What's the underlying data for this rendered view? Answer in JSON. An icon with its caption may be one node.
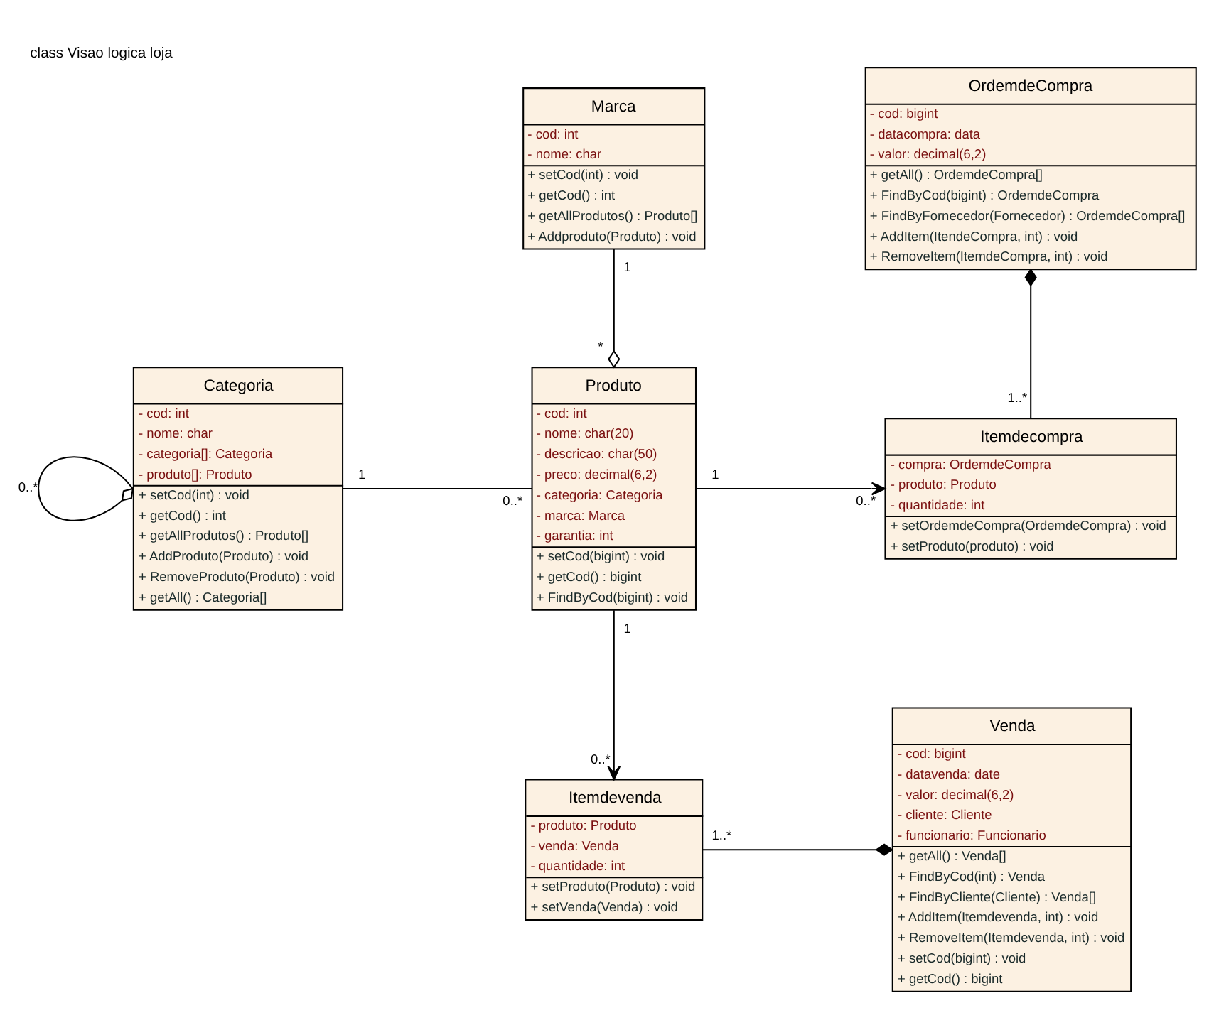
{
  "diagram": {
    "title": "class Visao logica loja",
    "nodes": [
      {
        "text": [
          "Marca",
          "- cod: int",
          "- nome: char",
          "+ setCod(int) : void",
          "+ getCod() : int",
          "+ getAllProdutos() : Produto[]",
          "+ Addproduto(Produto) : void"
        ]
      },
      {
        "text": [
          "OrdemdeCompra",
          "- cod: bigint",
          "- datacompra: data",
          "- valor: decimal(6,2)",
          "+ getAll() : OrdemdeCompra[]",
          "+ FindByCod(bigint) : OrdemdeCompra",
          "+ FindByFornecedor(Fornecedor) : OrdemdeCompra[]",
          "+ AddItem(ItendeCompra, int) : void",
          "+ RemoveItem(ItemdeCompra, int) : void"
        ]
      },
      {
        "text": [
          "Categoria",
          "- cod: int",
          "- nome: char",
          "- categoria[]: Categoria",
          "- produto[]: Produto",
          "+ setCod(int) : void",
          "+ getCod() : int",
          "+ getAllProdutos() : Produto[]",
          "+ AddProduto(Produto) : void",
          "+ RemoveProduto(Produto) : void",
          "+ getAll() : Categoria[]"
        ]
      },
      {
        "text": [
          "Produto",
          "- cod: int",
          "- nome: char(20)",
          "- descricao: char(50)",
          "- preco: decimal(6,2)",
          "- categoria: Categoria",
          "- marca: Marca",
          "- garantia: int",
          "+ setCod(bigint) : void",
          "+ getCod() : bigint",
          "+ FindByCod(bigint) : void"
        ]
      },
      {
        "text": [
          "Itemdecompra",
          "- compra: OrdemdeCompra",
          "- produto: Produto",
          "- quantidade: int",
          "+ setOrdemdeCompra(OrdemdeCompra) : void",
          "+ setProduto(produto) : void"
        ]
      },
      {
        "text": [
          "Itemdevenda",
          "- produto: Produto",
          "- venda: Venda",
          "- quantidade: int",
          "+ setProduto(Produto) : void",
          "+ setVenda(Venda) : void"
        ]
      },
      {
        "text": [
          "Venda",
          "- cod: bigint",
          "- datavenda: date",
          "- valor: decimal(6,2)",
          "- cliente: Cliente",
          "- funcionario: Funcionario",
          "+ getAll() : Venda[]",
          "+ FindByCod(int) : Venda",
          "+ FindByCliente(Cliente) : Venda[]",
          "+ AddItem(Itemdevenda, int) : void",
          "+ RemoveItem(Itemdevenda, int) : void",
          "+ setCod(bigint) : void",
          "+ getCod() : bigint"
        ]
      }
    ],
    "edges": [
      {
        "from": 0,
        "to": 3,
        "arrow": "other"
      },
      {
        "from": 2,
        "to": 2,
        "arrow": "other"
      },
      {
        "from": 2,
        "to": 3,
        "arrow": "none"
      },
      {
        "from": 3,
        "to": 4,
        "arrow": "to"
      },
      {
        "from": 1,
        "to": 4,
        "arrow": "other"
      },
      {
        "from": 3,
        "to": 5,
        "arrow": "to"
      },
      {
        "from": 5,
        "to": 6,
        "arrow": "other"
      }
    ],
    "labels": [
      "1",
      "*",
      "1..*",
      "0..*",
      "1",
      "0..*",
      "1",
      "0..*",
      "1",
      "0..*",
      "1..*"
    ]
  }
}
